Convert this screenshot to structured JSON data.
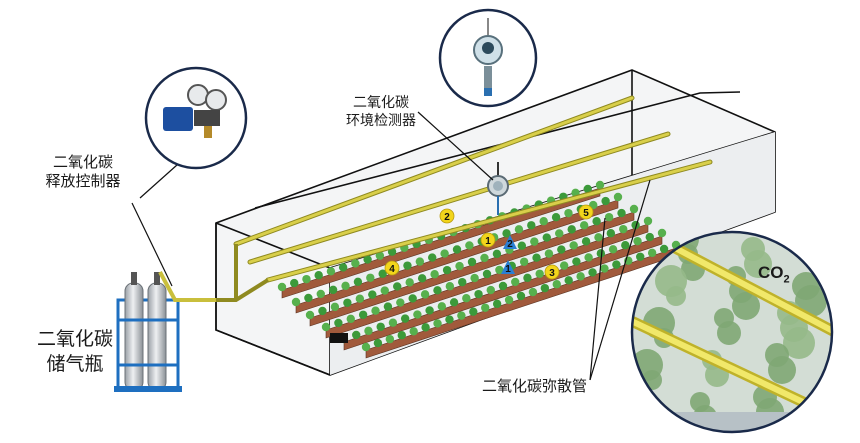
{
  "labels": {
    "controller": [
      "二氧化碳",
      "释放控制器"
    ],
    "detector": [
      "二氧化碳",
      "环境检测器"
    ],
    "cylinder": [
      "二氧化碳",
      "储气瓶"
    ],
    "pipe": "二氧化碳弥散管",
    "co2": "CO",
    "co2_sub": "2"
  },
  "markers": [
    {
      "text": "1",
      "kind": "blue"
    },
    {
      "text": "2",
      "kind": "yellow"
    },
    {
      "text": "3",
      "kind": "yellow"
    },
    {
      "text": "4",
      "kind": "yellow"
    },
    {
      "text": "5",
      "kind": "yellow"
    },
    {
      "text": "1",
      "kind": "yellow"
    },
    {
      "text": "2",
      "kind": "blue"
    }
  ],
  "colors": {
    "outline": "#111111",
    "pipe": "#d9cf4a",
    "pipe_edge": "#8f8a20",
    "plant": "#3c9a3a",
    "planter": "#a15a3c",
    "cylinder": "#c9cdd2",
    "rack": "#1e6fc0",
    "callout_line": "#111111",
    "marker_yellow": "#f2d51b",
    "marker_blue": "#2a7fd4"
  }
}
